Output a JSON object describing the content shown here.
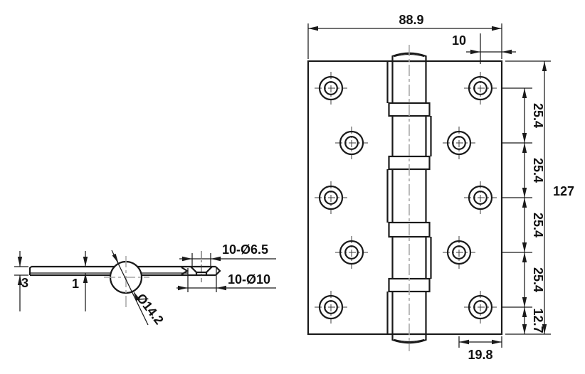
{
  "front_view": {
    "width": "88.9",
    "hole_to_edge": "10",
    "height": "127",
    "hole_spacings": [
      "25.4",
      "25.4",
      "25.4",
      "25.4"
    ],
    "bottom_hole_to_edge": "12.7",
    "inner_hole_to_edge": "19.8"
  },
  "side_view": {
    "leaf_thickness": "3",
    "leaf_step": "1",
    "knuckle_diameter": "Ø14.2",
    "screw_hole_spec": "10-Ø6.5",
    "countersink_spec": "10-Ø10"
  },
  "colors": {
    "line": "#1a1a1a",
    "centerline": "#a6a6a6",
    "background": "#ffffff"
  }
}
